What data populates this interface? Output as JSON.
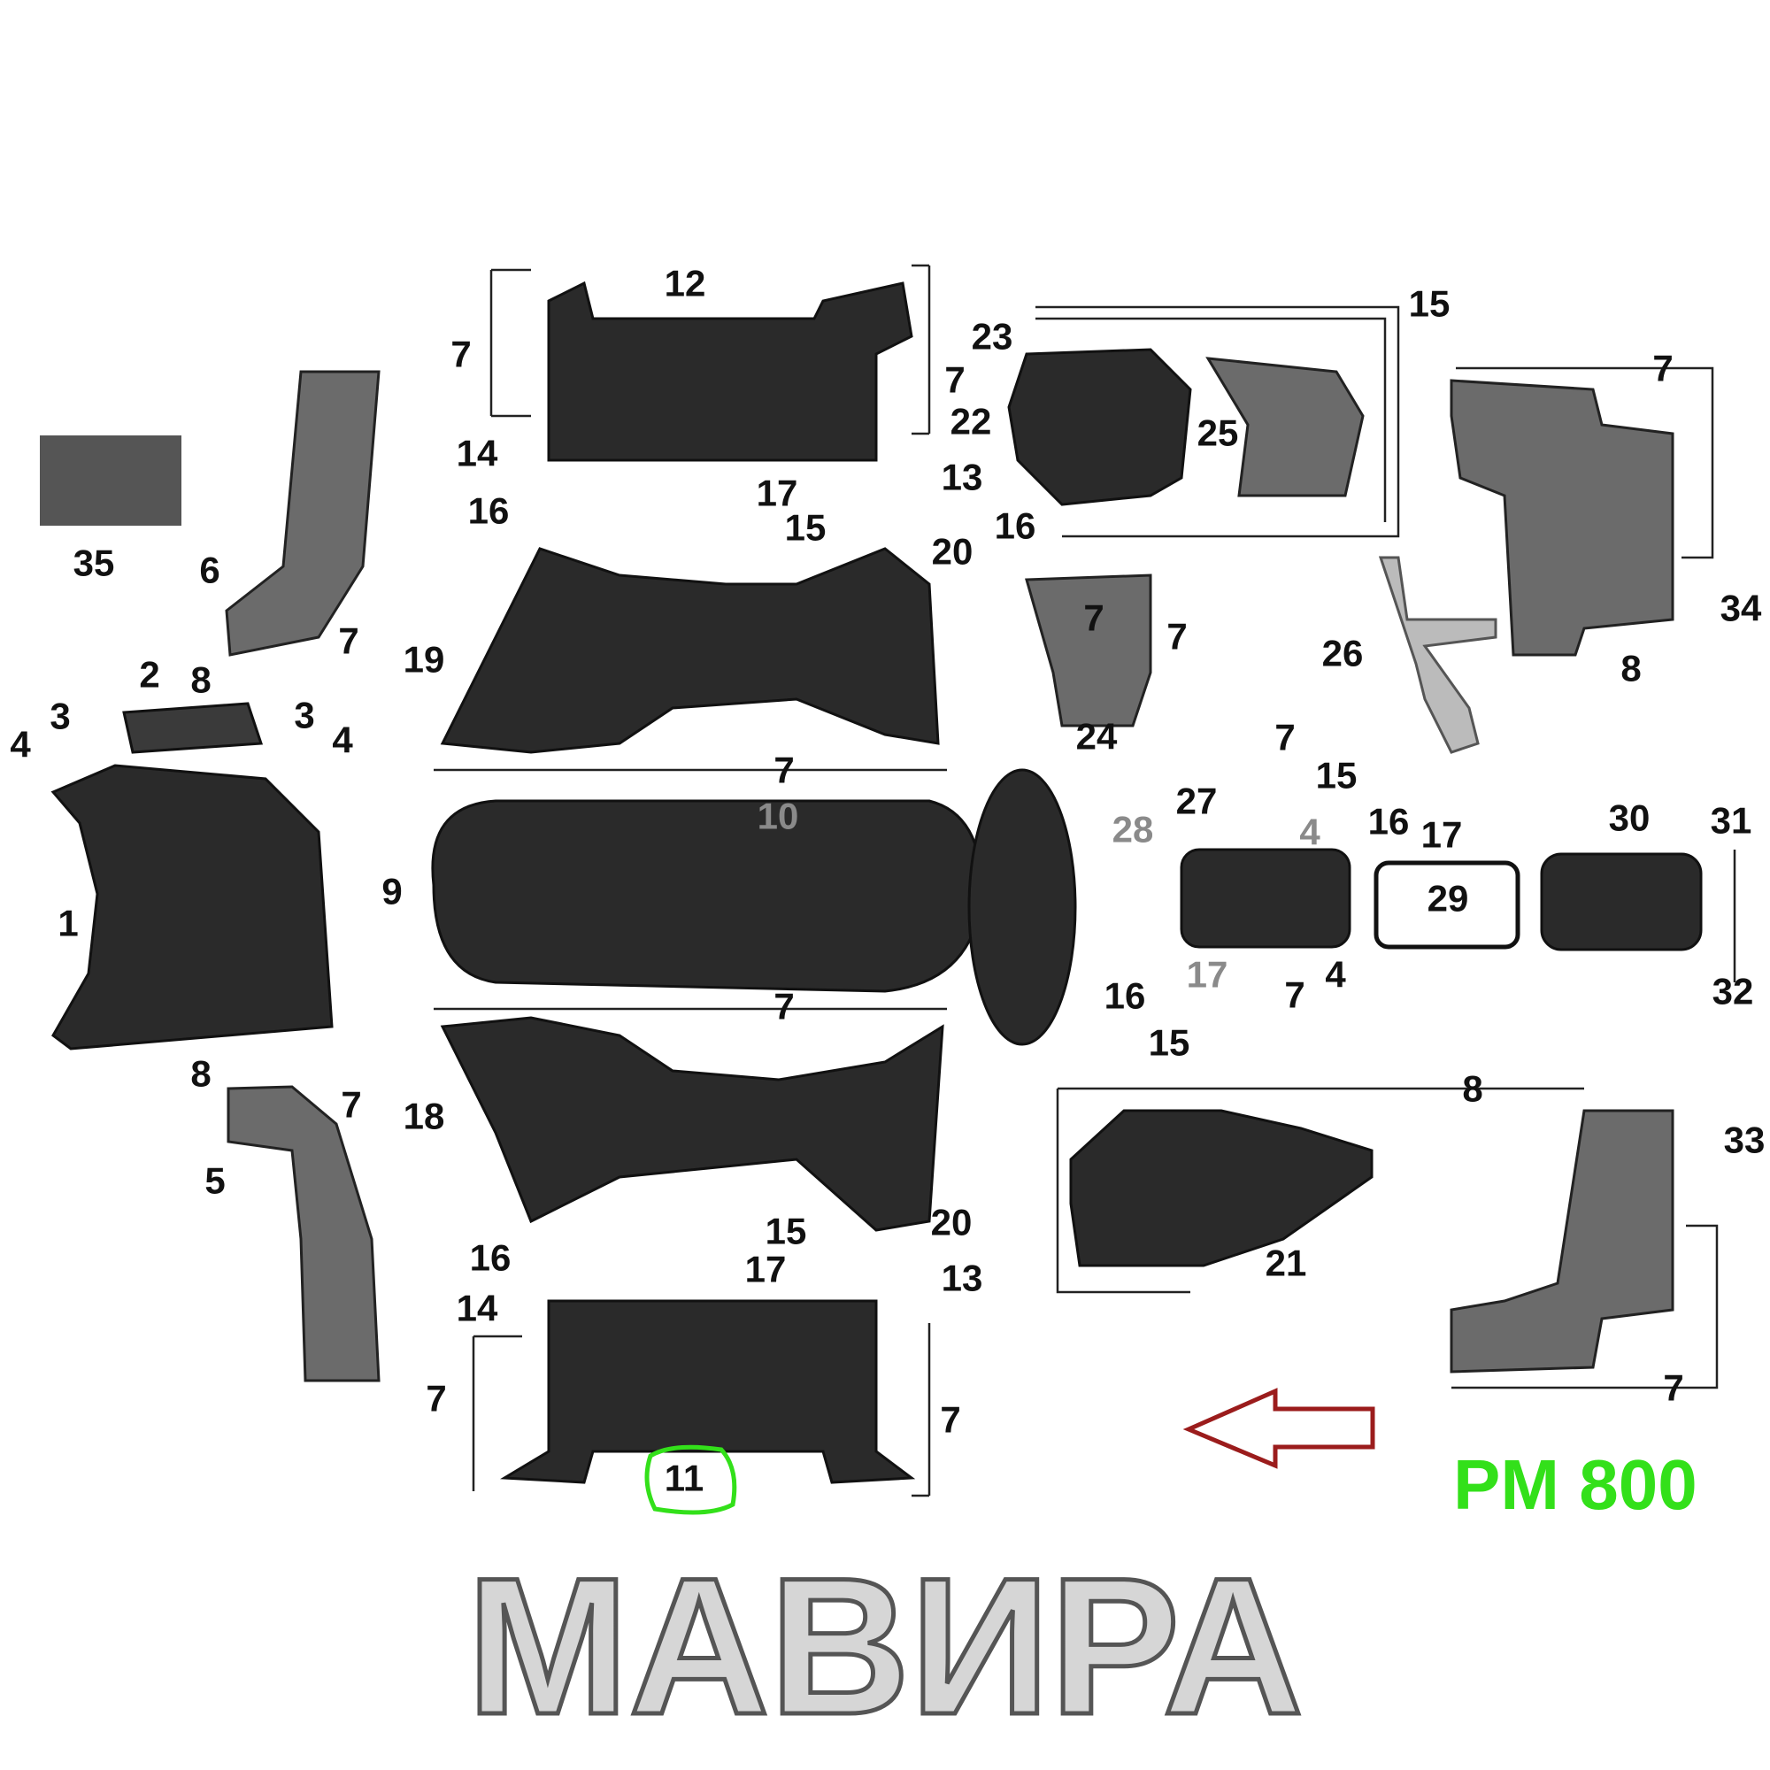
{
  "watermark": "МАВИРА",
  "model_label": "PM 800",
  "highlighted_part": "11",
  "colors": {
    "highlight": "#33e01a",
    "arrow": "#9b1c1c",
    "parts": "#2a2a2a"
  },
  "callouts": {
    "c12": "12",
    "c7a": "7",
    "c7b": "7",
    "c15a": "15",
    "c23": "23",
    "c22": "22",
    "c25": "25",
    "c7c": "7",
    "c35": "35",
    "c6": "6",
    "c7d": "7",
    "c8a": "8",
    "c14a": "14",
    "c13a": "13",
    "c16a": "16",
    "c17a": "17",
    "c15b": "15",
    "c16b": "16",
    "c20a": "20",
    "c19": "19",
    "c34": "34",
    "c7e": "7",
    "c7f": "7",
    "c26": "26",
    "c8b": "8",
    "c24": "24",
    "c2": "2",
    "c3a": "3",
    "c3b": "3",
    "c4a": "4",
    "c4b": "4",
    "c7g": "7",
    "c7h": "7",
    "c15c": "15",
    "c27": "27",
    "c16c": "16",
    "c17b": "17",
    "c30": "30",
    "c31": "31",
    "c10": "10",
    "c28": "28",
    "c4c": "4",
    "c9": "9",
    "c1": "1",
    "c29": "29",
    "c17c": "17",
    "c4d": "4",
    "c7i": "7",
    "c16d": "16",
    "c32": "32",
    "c15d": "15",
    "c7j": "7",
    "c8c": "8",
    "c7k": "7",
    "c8d": "8",
    "c33": "33",
    "c18": "18",
    "c5": "5",
    "c20b": "20",
    "c15e": "15",
    "c16e": "16",
    "c17d": "17",
    "c13b": "13",
    "c21": "21",
    "c14b": "14",
    "c7l": "7",
    "c7m": "7",
    "c7n": "7",
    "c11": "11"
  }
}
